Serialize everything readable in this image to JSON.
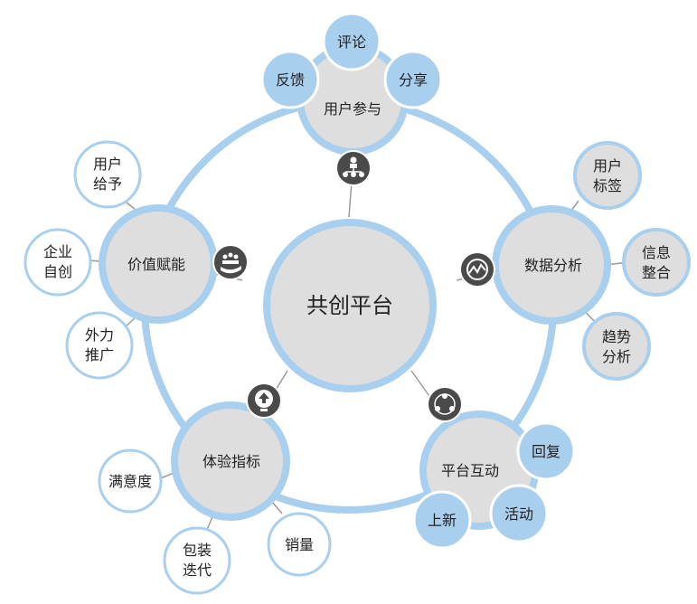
{
  "center": {
    "label": "共创平台"
  },
  "hubs": [
    {
      "key": "user",
      "label": "用户参与",
      "icon": "org-chart-icon",
      "satellites": [
        {
          "lines": [
            "反馈"
          ]
        },
        {
          "lines": [
            "评论"
          ]
        },
        {
          "lines": [
            "分享"
          ]
        }
      ]
    },
    {
      "key": "data",
      "label": "数据分析",
      "icon": "analytics-icon",
      "satellites": [
        {
          "lines": [
            "用户",
            "标签"
          ]
        },
        {
          "lines": [
            "信息",
            "整合"
          ]
        },
        {
          "lines": [
            "趋势",
            "分析"
          ]
        }
      ]
    },
    {
      "key": "interact",
      "label": "平台互动",
      "icon": "share-network-icon",
      "satellites": [
        {
          "lines": [
            "回复"
          ]
        },
        {
          "lines": [
            "活动"
          ]
        },
        {
          "lines": [
            "上新"
          ]
        }
      ]
    },
    {
      "key": "experience",
      "label": "体验指标",
      "icon": "upload-bulb-icon",
      "satellites": [
        {
          "lines": [
            "满意度"
          ]
        },
        {
          "lines": [
            "包装",
            "迭代"
          ]
        },
        {
          "lines": [
            "销量"
          ]
        }
      ]
    },
    {
      "key": "value",
      "label": "价值赋能",
      "icon": "hand-people-icon",
      "satellites": [
        {
          "lines": [
            "用户",
            "给予"
          ]
        },
        {
          "lines": [
            "企业",
            "自创"
          ]
        },
        {
          "lines": [
            "外力",
            "推广"
          ]
        }
      ]
    }
  ],
  "colors": {
    "ring": "#a9cfee",
    "hub_fill": "#dedede",
    "satellite_blue": "#a9cfee",
    "satellite_outline": "#ffffff",
    "icon_bg": "#4a4a4a",
    "line": "#9a9a9a"
  }
}
